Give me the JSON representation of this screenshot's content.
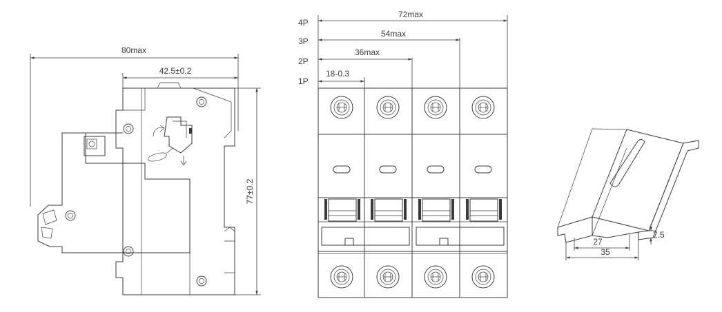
{
  "side_view": {
    "width_label": "80max",
    "rail_label": "42.5±0.2",
    "height_label": "77±0.2"
  },
  "front_view": {
    "pole_labels": [
      "4P",
      "3P",
      "2P",
      "1P"
    ],
    "width_labels": [
      "72max",
      "54max",
      "36max",
      "18-0.3"
    ]
  },
  "din_rail": {
    "height_label": "7.5",
    "inner_label": "27",
    "outer_label": "35"
  }
}
